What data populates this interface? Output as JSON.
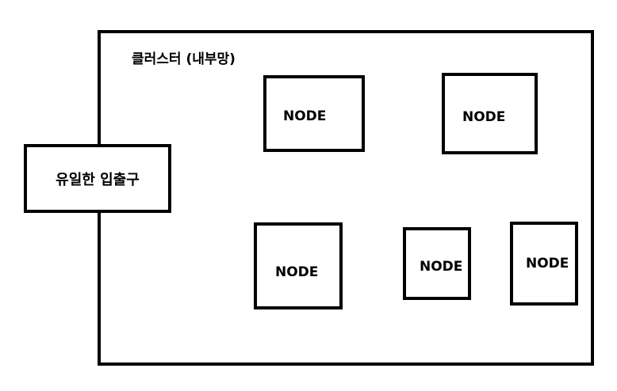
{
  "cluster": {
    "label": "클러스터 (내부망)"
  },
  "gateway": {
    "label": "유일한 입출구"
  },
  "nodes": [
    {
      "label": "NODE"
    },
    {
      "label": "NODE"
    },
    {
      "label": "NODE"
    },
    {
      "label": "NODE"
    },
    {
      "label": "NODE"
    }
  ]
}
